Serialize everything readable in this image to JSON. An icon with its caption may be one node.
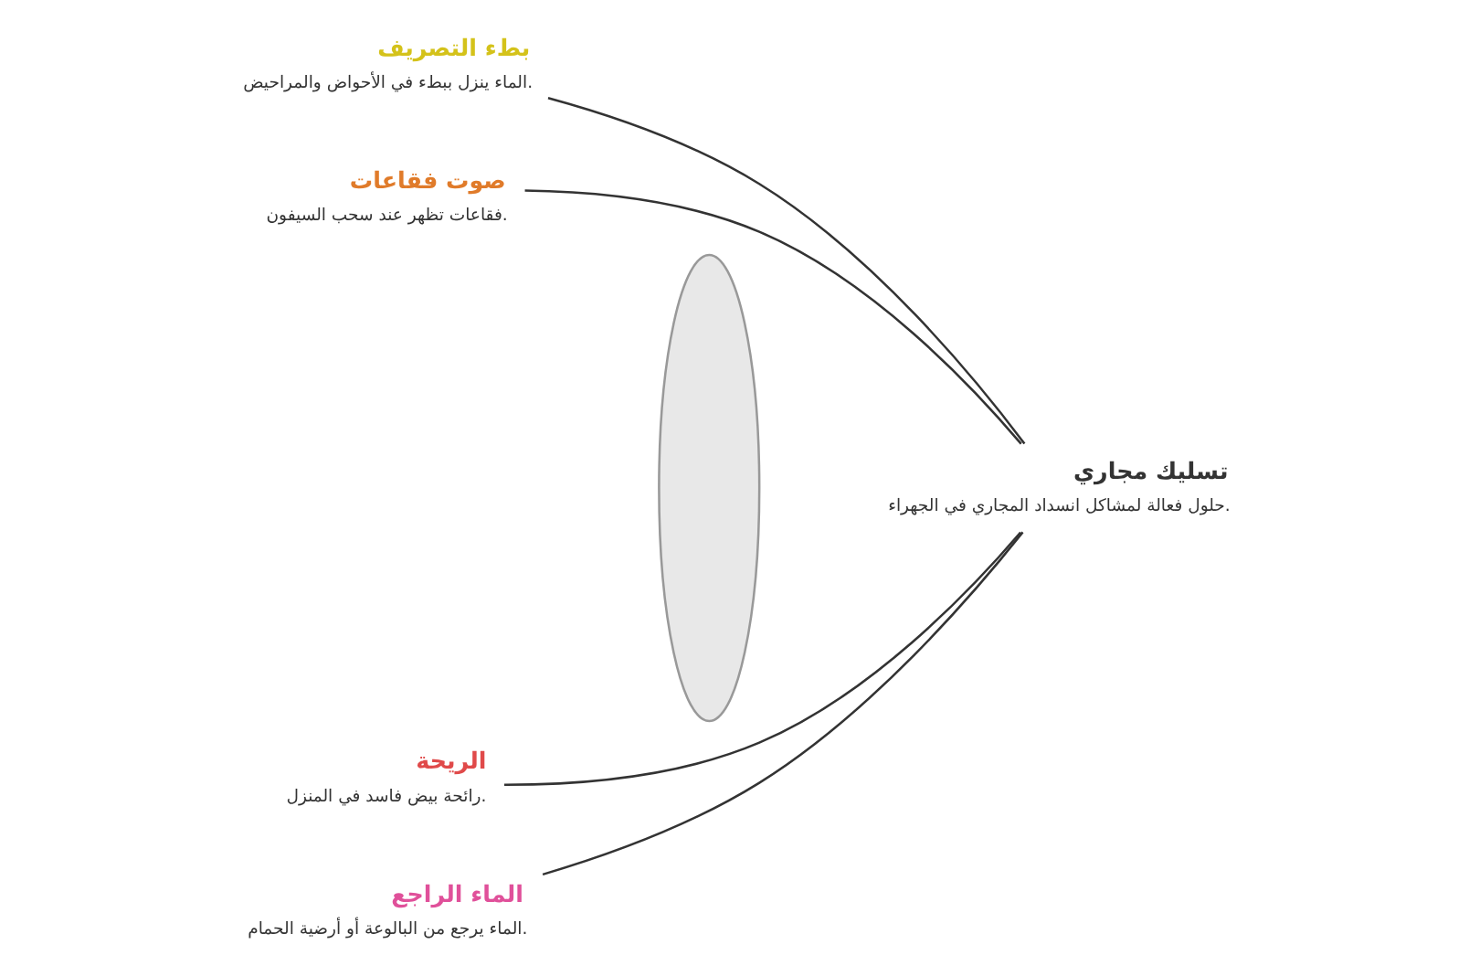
{
  "diagram": {
    "nodes": [
      {
        "text": [
          "بطء التصريف",
          "الماء ينزل ببطء في الأحواض والمراحيض."
        ]
      },
      {
        "text": [
          "صوت فقاعات",
          "فقاعات تظهر عند سحب السيفون."
        ]
      },
      {
        "text": [
          "الريحة",
          "رائحة بيض فاسد في المنزل."
        ]
      },
      {
        "text": [
          "الماء الراجع",
          "الماء يرجع من البالوعة أو أرضية الحمام."
        ]
      },
      {
        "text": [],
        "shape": "ellipse"
      },
      {
        "text": [
          "تسليك مجاري",
          "حلول فعالة لمشاكل انسداد المجاري في الجهراء."
        ]
      }
    ],
    "edges": [
      {
        "from": 0,
        "to": 5,
        "arrow": "none"
      },
      {
        "from": 1,
        "to": 5,
        "arrow": "none"
      },
      {
        "from": 2,
        "to": 5,
        "arrow": "none"
      },
      {
        "from": 3,
        "to": 5,
        "arrow": "none"
      }
    ]
  }
}
